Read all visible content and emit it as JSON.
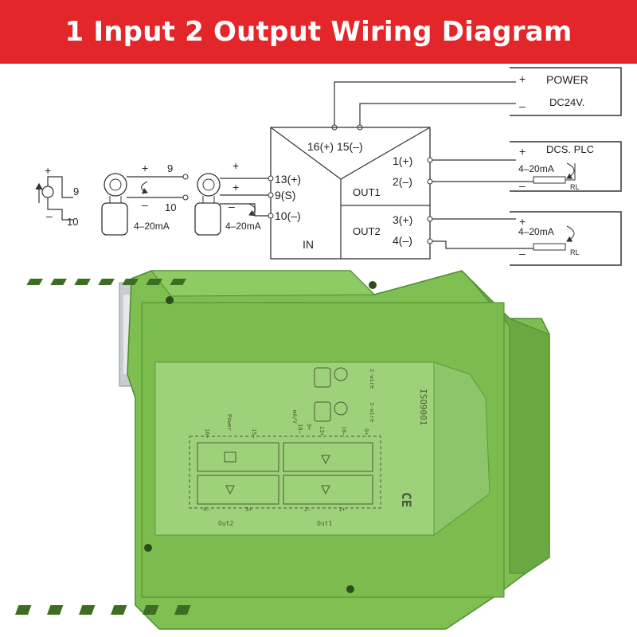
{
  "title": "1 Input 2 Output Wiring Diagram",
  "wiring": {
    "power": {
      "plus": "+",
      "label": "POWER",
      "minus": "–",
      "voltage": "DC24V."
    },
    "power_terminals": "16(+) 15(–)",
    "inputs": {
      "t13": "13(+)",
      "t9s": "9(S)",
      "t10": "10(–)",
      "in_label": "IN"
    },
    "source_a": {
      "plus": "+",
      "t9": "9",
      "minus": "–",
      "t10": "10"
    },
    "source_b": {
      "plus": "+",
      "t9": "9",
      "minus": "–",
      "t10": "10",
      "current": "4–20mA"
    },
    "source_c": {
      "plus": "+",
      "plus2": "+",
      "minus": "–",
      "current": "4–20mA"
    },
    "out1": {
      "t1": "1(+)",
      "t2": "2(–)",
      "label": "OUT1"
    },
    "out2": {
      "t3": "3(+)",
      "t4": "4(–)",
      "label": "OUT2"
    },
    "dcs": {
      "label": "DCS. PLC",
      "plus": "+",
      "minus": "–",
      "current": "4–20mA",
      "rl": "RL"
    },
    "load2": {
      "plus": "+",
      "minus": "–",
      "current": "4–20mA",
      "rl": "RL"
    }
  },
  "module": {
    "iso": "ISO9001",
    "ce": "CE",
    "power_label": "Power",
    "t16": "16+",
    "t15": "15–",
    "mav": "mA/V",
    "t10": "10–",
    "t9": "9+",
    "t13": "13+",
    "t10b": "10–",
    "t9b": "9+",
    "wire2": "2-wire",
    "wire3": "3-wire",
    "t4": "4–",
    "t3": "3+",
    "out2": "Out2",
    "t2": "2–",
    "t1": "1+",
    "out1": "Out1"
  },
  "colors": {
    "banner": "#e3262a",
    "housing": "#7fbf52",
    "label_panel": "#9ed27a"
  }
}
